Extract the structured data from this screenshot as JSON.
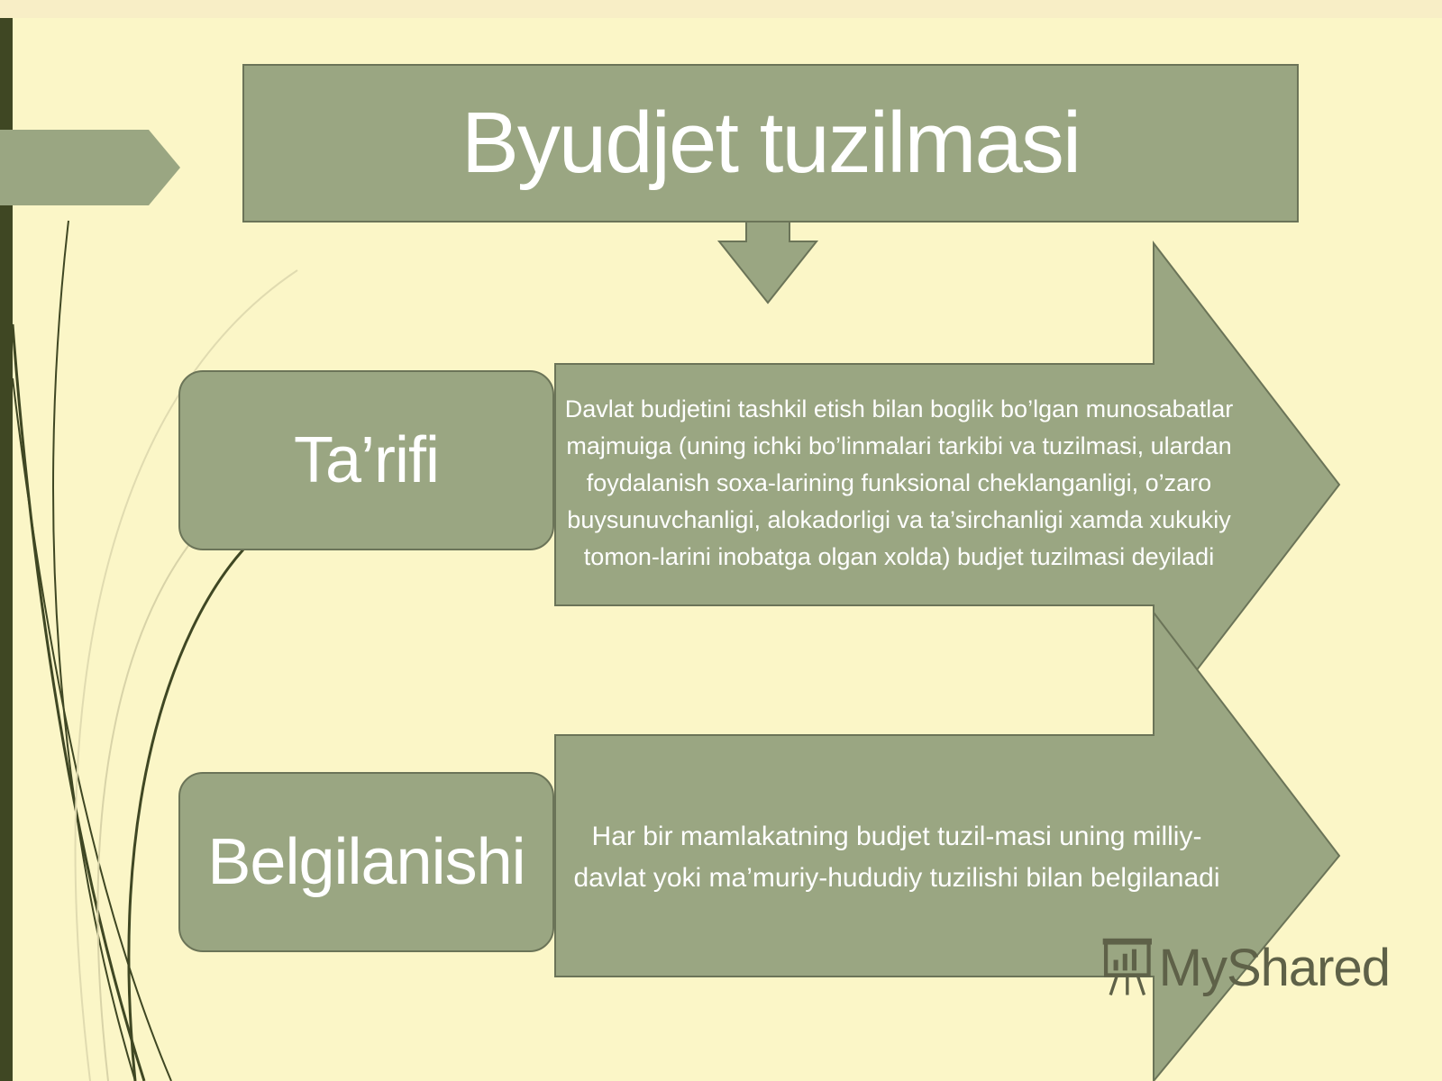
{
  "title": "Byudjet tuzilmasi",
  "rows": [
    {
      "label": "Ta’rifi",
      "text": "Davlat budjetini tashkil etish bilan boglik bo’lgan munosabatlar majmuiga (uning ichki bo’linmalari tarkibi va tuzilmasi, ulardan foydalanish soxa-larining funksional cheklanganligi, o’zaro buysunuvchanligi, alokadorligi va ta’sirchanligi xamda xukukiy tomon-larini inobatga olgan xolda) budjet tuzilmasi deyiladi"
    },
    {
      "label": "Belgilanishi",
      "text": "Har bir mamlakatning budjet tuzil-masi uning milliy-davlat yoki ma’muriy-hududiy tuzilishi bilan belgilanadi"
    }
  ],
  "watermark": "MyShared",
  "colors": {
    "background": "#fbf6c7",
    "shape_fill": "#9aa682",
    "shape_stroke": "#6b7458",
    "left_bar": "#3f4723",
    "text": "#ffffff"
  }
}
